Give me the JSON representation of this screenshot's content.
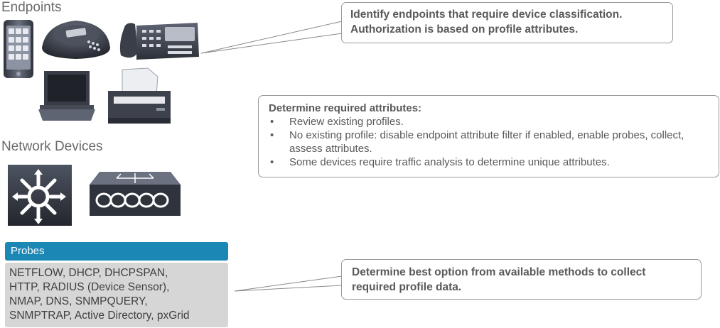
{
  "endpoints": {
    "title": "Endpoints",
    "devices": [
      "smartphone-icon",
      "conference-phone-icon",
      "ip-phone-icon",
      "laptop-icon",
      "printer-icon"
    ]
  },
  "network_devices": {
    "title": "Network Devices",
    "devices": [
      "layer3-switch-icon",
      "router-icon"
    ]
  },
  "callouts": {
    "identify": {
      "line1": "Identify endpoints that require device classification.",
      "line2": "Authorization is based on profile attributes."
    },
    "determine": {
      "heading": "Determine required attributes:",
      "items": [
        "Review existing profiles.",
        "No existing profile: disable endpoint attribute filter if enabled, enable probes, collect, assess attributes.",
        "Some devices require traffic analysis to determine unique attributes."
      ]
    },
    "best_option": {
      "line1": "Determine best option from available methods to collect",
      "line2": "required profile data."
    }
  },
  "probes": {
    "header": "Probes",
    "lines": [
      "NETFLOW, DHCP, DHCPSPAN,",
      "HTTP, RADIUS (Device Sensor),",
      "NMAP, DNS, SNMPQUERY,",
      "SNMPTRAP, Active Directory, pxGrid"
    ]
  },
  "colors": {
    "probes_header": "#1a87b5",
    "probes_body": "#d6d6d6",
    "device_dark": "#3b3f4a",
    "device_body": "#5b6070"
  }
}
